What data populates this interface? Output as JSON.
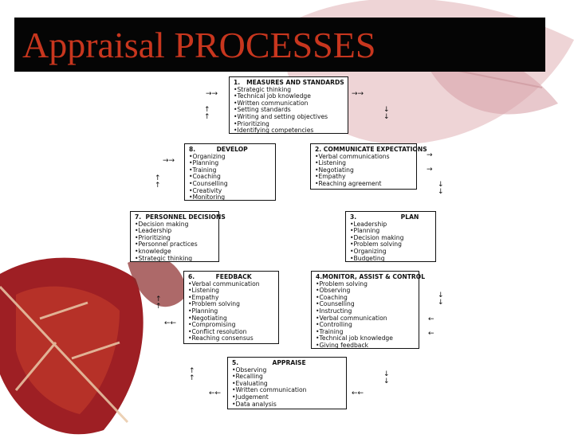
{
  "page": {
    "title": "Appraisal PROCESSES"
  },
  "boxes": {
    "b1": {
      "heading": "1.   MEASURES AND STANDARDS",
      "items": [
        "Strategic thinking",
        "Technical job knowledge",
        "Written communication",
        "Setting standards",
        "Writing and setting objectives",
        "Prioritizing",
        "Identifying competencies"
      ]
    },
    "b2": {
      "heading": "2. COMMUNICATE EXPECTATIONS",
      "items": [
        "Verbal communications",
        "Listening",
        "Negotiating",
        "Empathy",
        "Reaching agreement"
      ]
    },
    "b3": {
      "heading": "3.                     PLAN",
      "items": [
        "Leadership",
        "Planning",
        "Decision making",
        "Problem solving",
        "Organizing",
        "Budgeting"
      ]
    },
    "b4": {
      "heading": "4.MONITOR, ASSIST & CONTROL",
      "items": [
        "Problem solving",
        "Observing",
        "Coaching",
        "Counselling",
        "Instructing",
        "Verbal communication",
        "Controlling",
        "Training",
        "Technical job knowledge",
        "Giving feedback"
      ]
    },
    "b5": {
      "heading": "5.                APPRAISE",
      "items": [
        "Observing",
        "Recalling",
        "Evaluating",
        "Written communication",
        "Judgement",
        "Data analysis"
      ]
    },
    "b6": {
      "heading": "6.          FEEDBACK",
      "items": [
        "Verbal communication",
        "Listening",
        "Empathy",
        "Problem solving",
        "Planning",
        "Negotiating",
        "Compromising",
        "Conflict resolution",
        "Reaching consensus"
      ]
    },
    "b7": {
      "heading": "7.  PERSONNEL DECISIONS",
      "items": [
        "Decision making",
        "Leadership",
        "Prioritizing",
        "Personnel practices",
        "knowledge",
        "Strategic thinking"
      ]
    },
    "b8": {
      "heading": "8.          DEVELOP",
      "items": [
        "Organizing",
        "Planning",
        "Training",
        "Coaching",
        "Counselling",
        "Creativity",
        "Monitoring"
      ]
    }
  }
}
